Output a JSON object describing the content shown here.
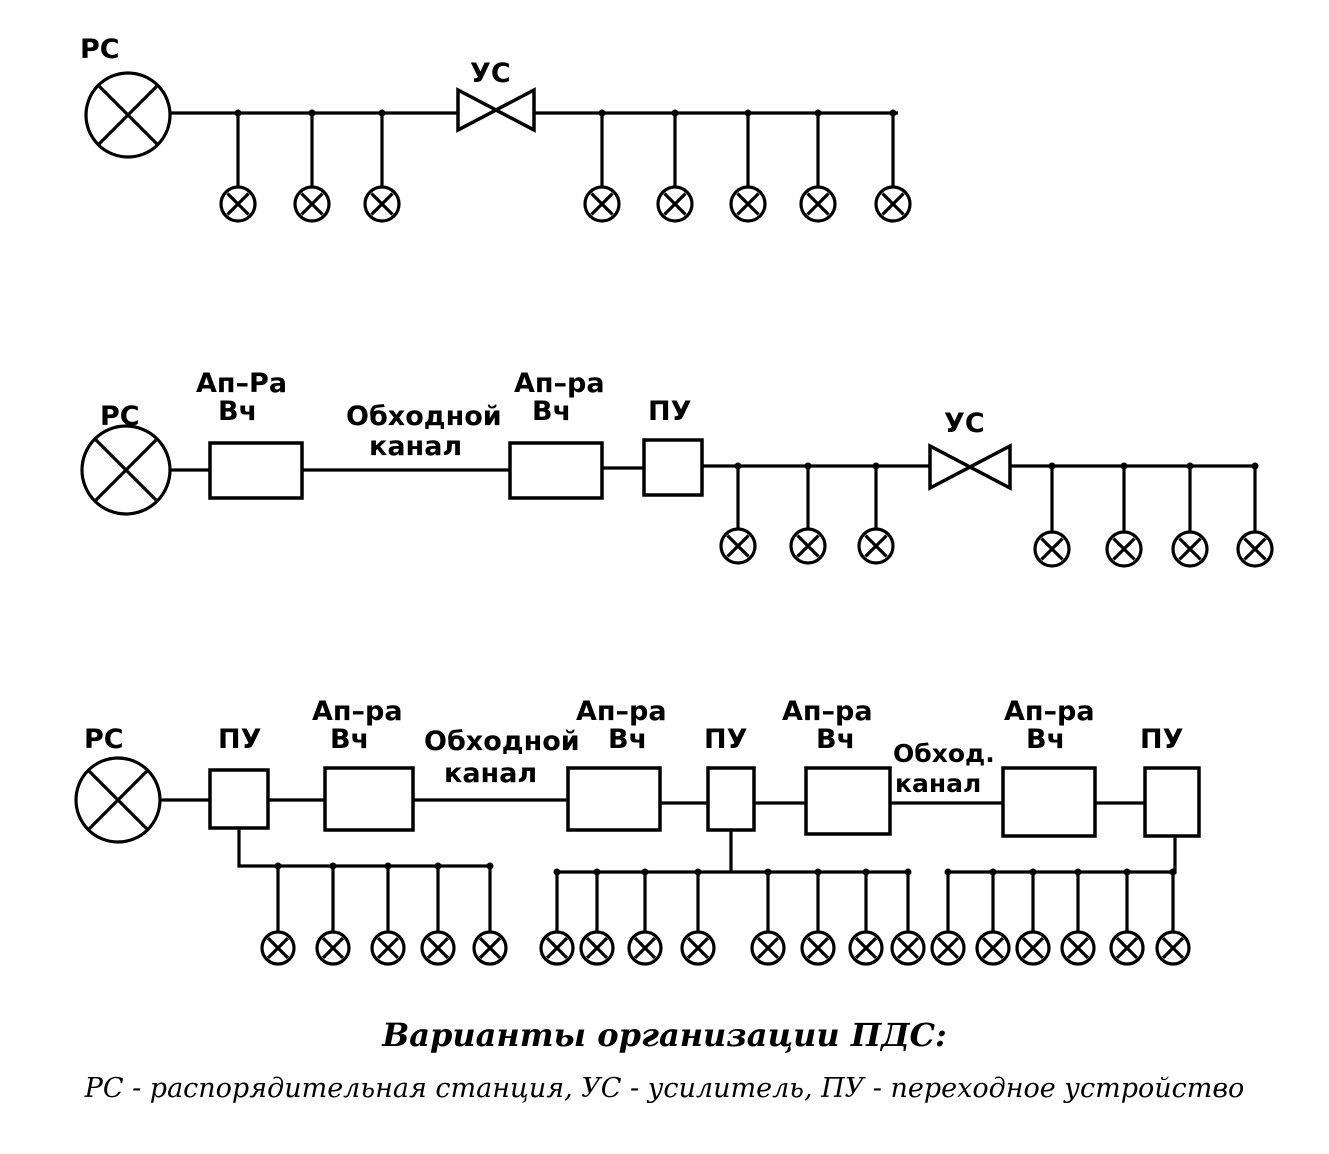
{
  "diagram": {
    "row1": {
      "rs_label": "РС",
      "us_label": "УС"
    },
    "row2": {
      "rs_label": "РС",
      "hf1_line1": "Ап–Ра",
      "hf1_line2": "Вч",
      "bypass_line1": "Обходной",
      "bypass_line2": "канал",
      "hf2_line1": "Ап–ра",
      "hf2_line2": "Вч",
      "pu_label": "ПУ",
      "us_label": "УС"
    },
    "row3": {
      "rs_label": "РС",
      "pu1_label": "ПУ",
      "hf1_line1": "Ап–ра",
      "hf1_line2": "Вч",
      "bypass1_line1": "Обходной",
      "bypass1_line2": "канал",
      "hf2_line1": "Ап–ра",
      "hf2_line2": "Вч",
      "pu2_label": "ПУ",
      "hf3_line1": "Ап–ра",
      "hf3_line2": "Вч",
      "bypass2_line1": "Обход.",
      "bypass2_line2": "канал",
      "hf4_line1": "Ап–ра",
      "hf4_line2": "Вч",
      "pu3_label": "ПУ"
    }
  },
  "caption": {
    "title": "Варианты организации ПДС:",
    "legend": "РС - распорядительная станция, УС - усилитель, ПУ - переходное устройство"
  }
}
